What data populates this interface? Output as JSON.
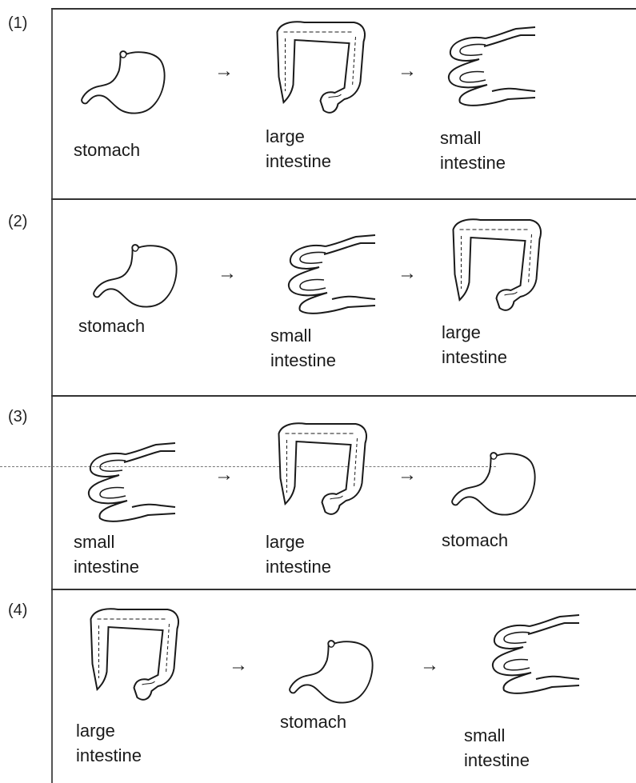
{
  "options": [
    {
      "number": "(1)",
      "steps": [
        {
          "organ": "stomach",
          "label": [
            "stomach"
          ]
        },
        {
          "organ": "large-intestine",
          "label": [
            "large",
            "intestine"
          ]
        },
        {
          "organ": "small-intestine",
          "label": [
            "small",
            "intestine"
          ]
        }
      ]
    },
    {
      "number": "(2)",
      "steps": [
        {
          "organ": "stomach",
          "label": [
            "stomach"
          ]
        },
        {
          "organ": "small-intestine",
          "label": [
            "small",
            "intestine"
          ]
        },
        {
          "organ": "large-intestine",
          "label": [
            "large",
            "intestine"
          ]
        }
      ]
    },
    {
      "number": "(3)",
      "steps": [
        {
          "organ": "small-intestine",
          "label": [
            "small",
            "intestine"
          ]
        },
        {
          "organ": "large-intestine",
          "label": [
            "large",
            "intestine"
          ]
        },
        {
          "organ": "stomach",
          "label": [
            "stomach"
          ]
        }
      ]
    },
    {
      "number": "(4)",
      "steps": [
        {
          "organ": "large-intestine",
          "label": [
            "large",
            "intestine"
          ]
        },
        {
          "organ": "stomach",
          "label": [
            "stomach"
          ]
        },
        {
          "organ": "small-intestine",
          "label": [
            "small",
            "intestine"
          ]
        }
      ]
    }
  ],
  "arrow_glyph": "→"
}
